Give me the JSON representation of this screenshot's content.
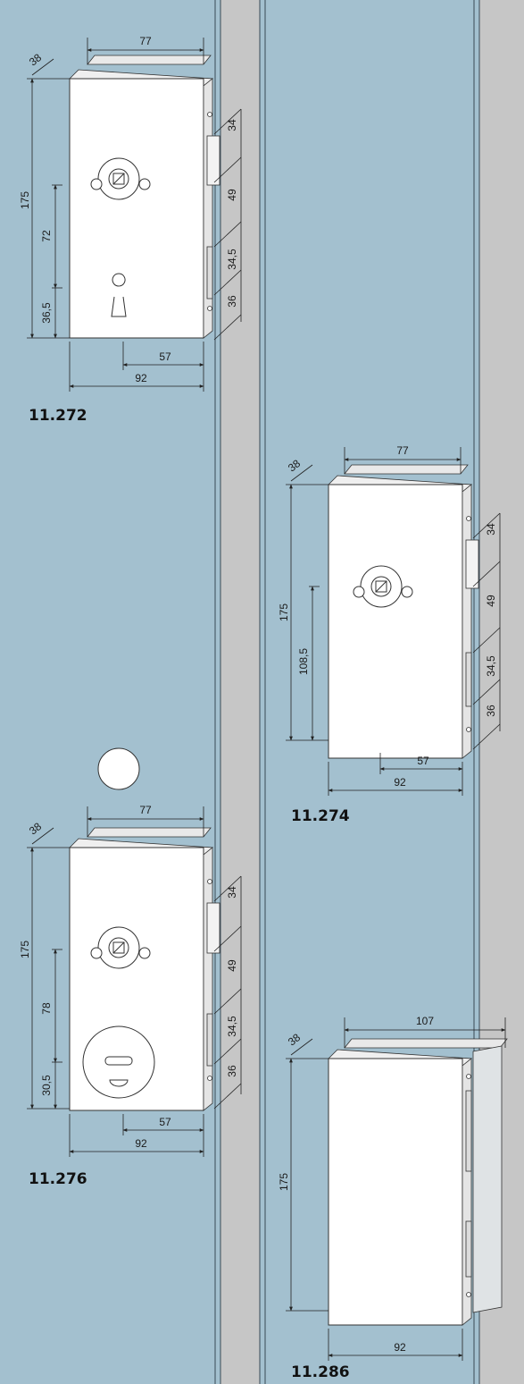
{
  "colors": {
    "glass": "#a3c0cf",
    "wall": "#c6c6c6",
    "lock_body": "#ffffff",
    "outline": "#333333"
  },
  "locks": [
    {
      "code": "11.272",
      "top_width": "77",
      "depth": "38",
      "height": "175",
      "bottom_width": "92",
      "offset": "57",
      "edge_dims": [
        "34",
        "49",
        "34,5",
        "36"
      ],
      "left_dims": [
        "72",
        "36,5"
      ],
      "features": [
        "thumbturn",
        "keyhole"
      ]
    },
    {
      "code": "11.274",
      "top_width": "77",
      "depth": "38",
      "height": "175",
      "bottom_width": "92",
      "offset": "57",
      "edge_dims": [
        "34",
        "49",
        "34,5",
        "36"
      ],
      "left_dims": [
        "108,5"
      ],
      "features": [
        "thumbturn"
      ]
    },
    {
      "code": "11.276",
      "top_width": "77",
      "depth": "38",
      "height": "175",
      "bottom_width": "92",
      "offset": "57",
      "edge_dims": [
        "34",
        "49",
        "34,5",
        "36"
      ],
      "left_dims": [
        "78",
        "30,5"
      ],
      "features": [
        "thumbturn",
        "wc-indicator"
      ]
    },
    {
      "code": "11.286",
      "top_width": "107",
      "depth": "38",
      "height": "175",
      "bottom_width": "92",
      "features": [
        "counter-box"
      ]
    }
  ]
}
